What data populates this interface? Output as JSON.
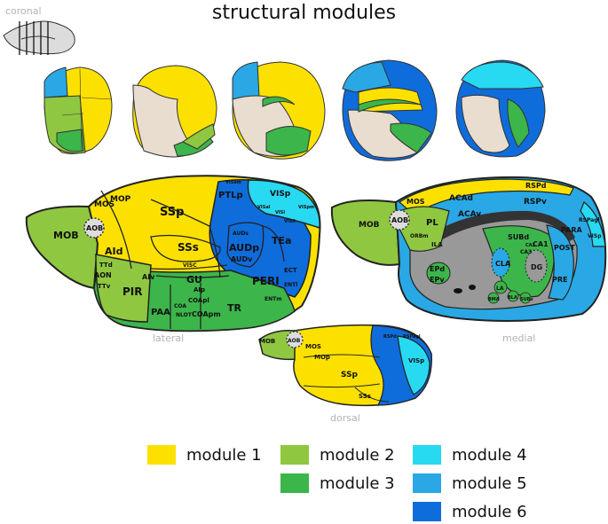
{
  "title": "structural modules",
  "views": {
    "coronal": "coronal",
    "lateral": "lateral",
    "medial": "medial",
    "dorsal": "dorsal"
  },
  "colors": {
    "module1": "#FCE100",
    "module2": "#8FC741",
    "module3": "#3CB54A",
    "module4": "#28D9F2",
    "module5": "#29A8E5",
    "module6": "#0F6CDB"
  },
  "legend": [
    {
      "label": "module 1",
      "color": "#FCE100"
    },
    {
      "label": "module 2",
      "color": "#8FC741"
    },
    {
      "label": "module 3",
      "color": "#3CB54A"
    },
    {
      "label": "module 4",
      "color": "#28D9F2"
    },
    {
      "label": "module 5",
      "color": "#29A8E5"
    },
    {
      "label": "module 6",
      "color": "#0F6CDB"
    }
  ],
  "lateral_labels": {
    "mob": "MOB",
    "aob": "AOB",
    "mos": "MOS",
    "mop": "MOP",
    "ssp": "SSp",
    "sss": "SSs",
    "aid": "AId",
    "ttd": "TTd",
    "aon": "AON",
    "ttv": "TTv",
    "aiv": "AIv",
    "pir": "PIR",
    "gu": "GU",
    "aip": "AIp",
    "paa": "PAA",
    "coapl": "COApl",
    "coa": "COA",
    "nlot": "NLOT",
    "coapm": "COApm",
    "tr": "TR",
    "peri": "PERI",
    "ect": "ECT",
    "entl": "ENTl",
    "entm": "ENTm",
    "visc": "VISC",
    "audp": "AUDp",
    "audv": "AUDv",
    "auds": "AUDs",
    "tea": "TEa",
    "ptlp": "PTLp",
    "visp": "VISp",
    "visam": "VISam",
    "visl": "VISl",
    "vispm": "VISpm",
    "visli": "VISli",
    "visal": "VISal"
  },
  "medial_labels": {
    "mob": "MOB",
    "aob": "AOB",
    "mos": "MOS",
    "acad": "ACAd",
    "acav": "ACAv",
    "pl": "PL",
    "ila": "ILA",
    "orbm": "ORBm",
    "rspd": "RSPd",
    "rspv": "RSPv",
    "rspagl": "RSPagl",
    "para": "PARA",
    "post": "POST",
    "pre": "PRE",
    "visp": "VISp",
    "subd": "SUBd",
    "ca1": "CA1",
    "ca3": "CA3",
    "ca2": "CA2",
    "dg": "DG",
    "cla": "CLA",
    "epd": "EPd",
    "epv": "EPv",
    "la": "LA",
    "bla": "BLA",
    "bma": "BMA",
    "subv": "SUBv"
  },
  "dorsal_labels": {
    "mob": "MOB",
    "aob": "AOB",
    "mos": "MOS",
    "mop": "MOp",
    "ssp": "SSp",
    "sss": "SSs",
    "visp": "VISp",
    "rspd": "RSPd",
    "rspagl": "RSPagl"
  }
}
